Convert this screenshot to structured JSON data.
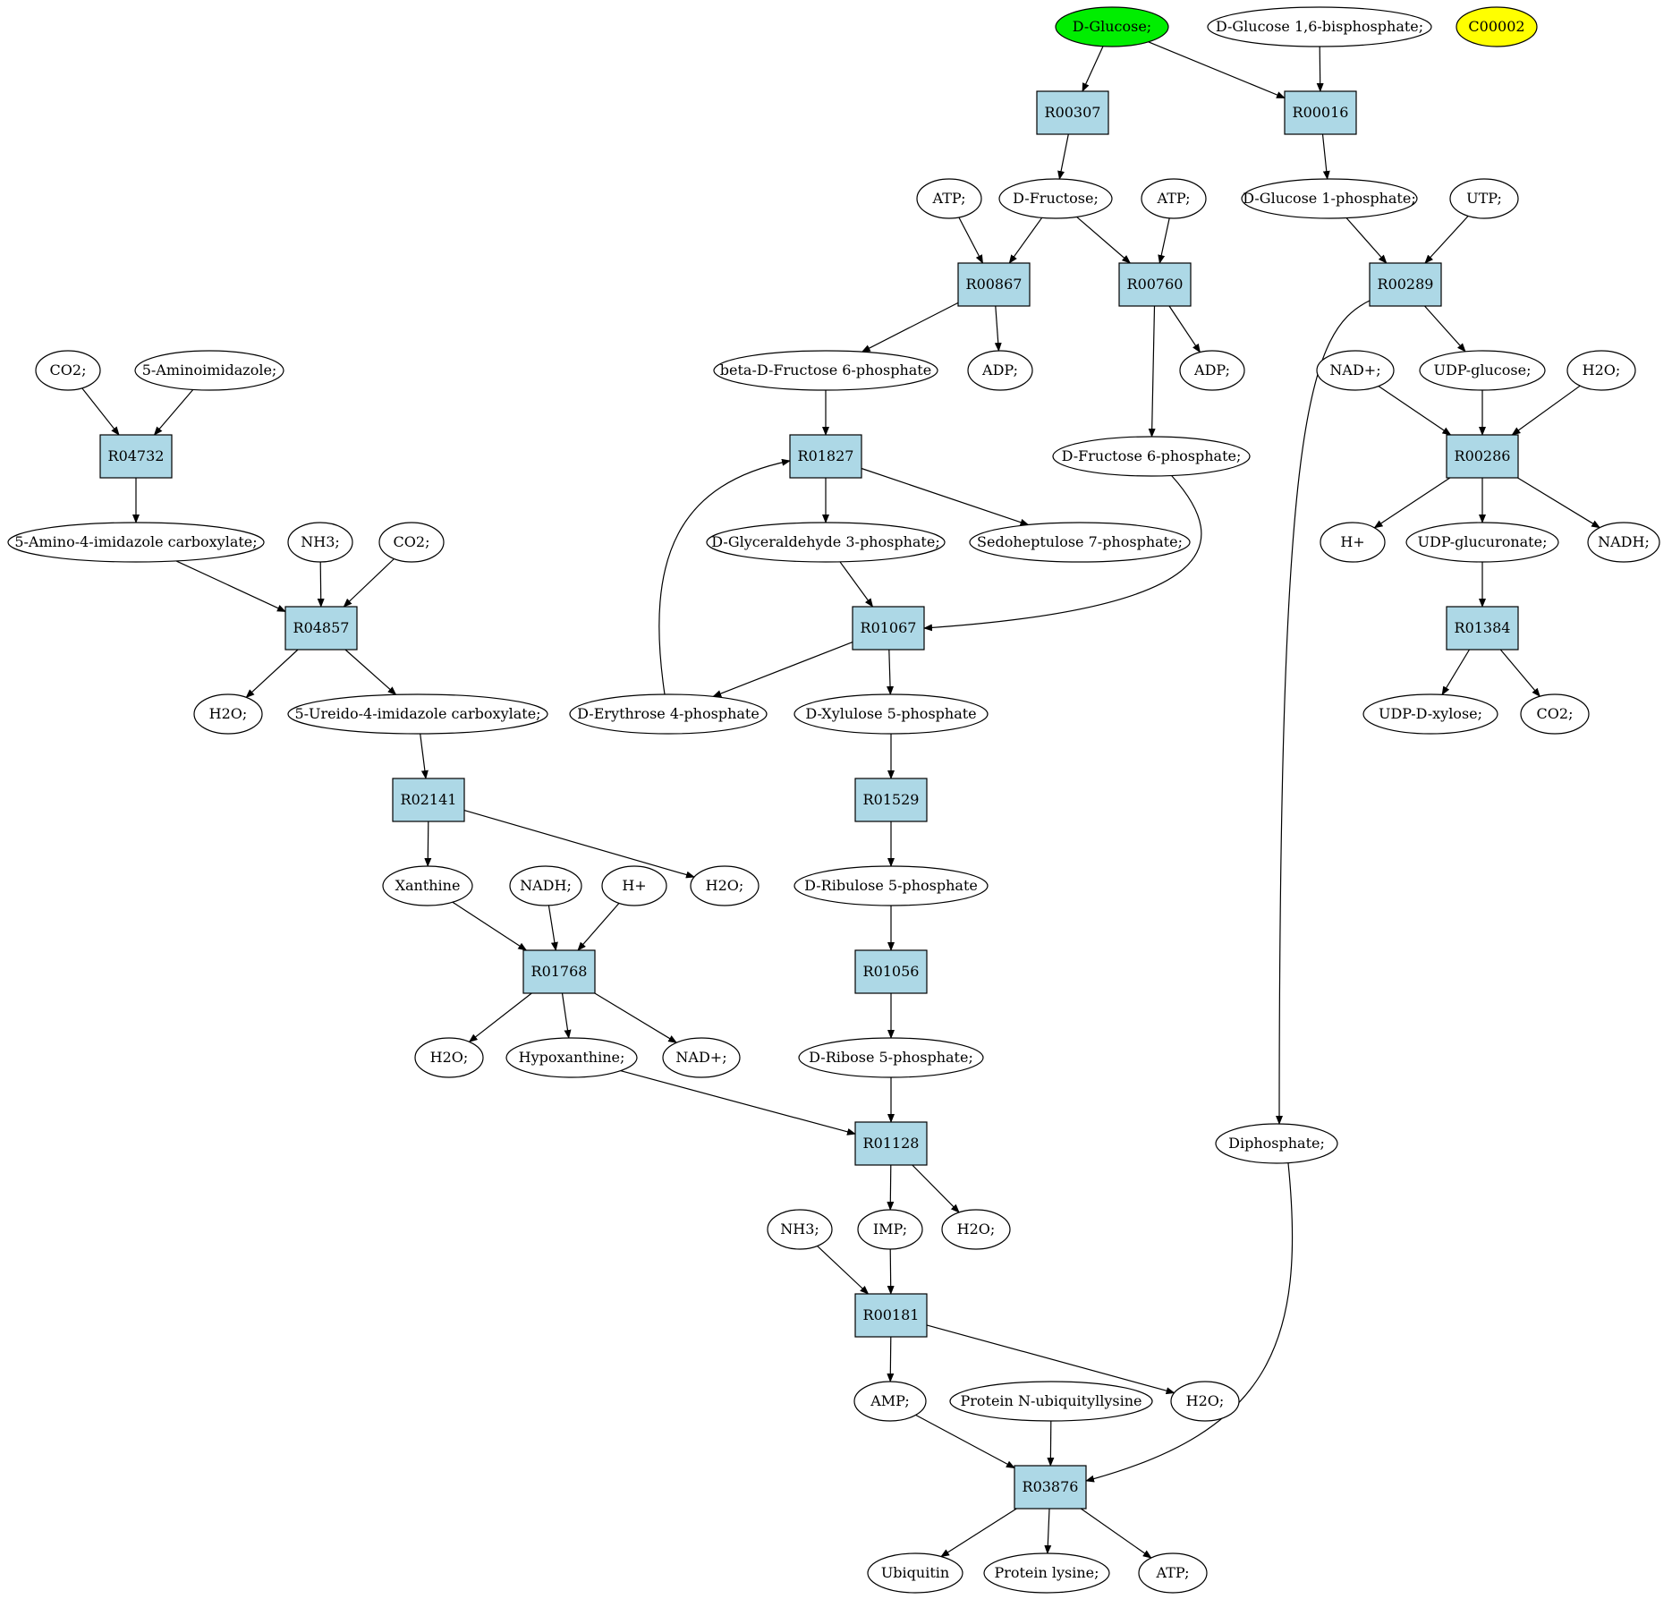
{
  "colors": {
    "reaction_fill": "#add8e6",
    "compound_fill": "#ffffff",
    "highlight_start": "#00ee00",
    "highlight_query": "#ffff00",
    "stroke": "#000000"
  },
  "nodes": [
    {
      "id": "c_dglucose",
      "label": "D-Glucose;",
      "kind": "compound",
      "fill": "highlight_start"
    },
    {
      "id": "c_glc16bp",
      "label": "D-Glucose 1,6-bisphosphate;",
      "kind": "compound"
    },
    {
      "id": "c_c00002",
      "label": "C00002",
      "kind": "compound",
      "fill": "highlight_query"
    },
    {
      "id": "r_R00307",
      "label": "R00307",
      "kind": "reaction"
    },
    {
      "id": "r_R00016",
      "label": "R00016",
      "kind": "reaction"
    },
    {
      "id": "c_atp1",
      "label": "ATP;",
      "kind": "compound"
    },
    {
      "id": "c_dfructose",
      "label": "D-Fructose;",
      "kind": "compound"
    },
    {
      "id": "c_atp2",
      "label": "ATP;",
      "kind": "compound"
    },
    {
      "id": "c_glc1p",
      "label": "D-Glucose 1-phosphate;",
      "kind": "compound"
    },
    {
      "id": "c_utp",
      "label": "UTP;",
      "kind": "compound"
    },
    {
      "id": "r_R00867",
      "label": "R00867",
      "kind": "reaction"
    },
    {
      "id": "r_R00760",
      "label": "R00760",
      "kind": "reaction"
    },
    {
      "id": "r_R00289",
      "label": "R00289",
      "kind": "reaction"
    },
    {
      "id": "c_co2_a",
      "label": "CO2;",
      "kind": "compound"
    },
    {
      "id": "c_5aimid",
      "label": "5-Aminoimidazole;",
      "kind": "compound"
    },
    {
      "id": "c_bfru6p",
      "label": "beta-D-Fructose 6-phosphate",
      "kind": "compound"
    },
    {
      "id": "c_adp1",
      "label": "ADP;",
      "kind": "compound"
    },
    {
      "id": "c_adp2",
      "label": "ADP;",
      "kind": "compound"
    },
    {
      "id": "c_nadp_a",
      "label": "NAD+;",
      "kind": "compound"
    },
    {
      "id": "c_udpglc",
      "label": "UDP-glucose;",
      "kind": "compound"
    },
    {
      "id": "c_h2o_a",
      "label": "H2O;",
      "kind": "compound"
    },
    {
      "id": "r_R04732",
      "label": "R04732",
      "kind": "reaction"
    },
    {
      "id": "r_R01827",
      "label": "R01827",
      "kind": "reaction"
    },
    {
      "id": "c_fru6p",
      "label": "D-Fructose 6-phosphate;",
      "kind": "compound"
    },
    {
      "id": "r_R00286",
      "label": "R00286",
      "kind": "reaction"
    },
    {
      "id": "c_5a4ic",
      "label": "5-Amino-4-imidazole carboxylate;",
      "kind": "compound"
    },
    {
      "id": "c_nh3_a",
      "label": "NH3;",
      "kind": "compound"
    },
    {
      "id": "c_co2_b",
      "label": "CO2;",
      "kind": "compound"
    },
    {
      "id": "c_gap",
      "label": "D-Glyceraldehyde 3-phosphate;",
      "kind": "compound"
    },
    {
      "id": "c_s7p",
      "label": "Sedoheptulose 7-phosphate;",
      "kind": "compound"
    },
    {
      "id": "c_hplus_a",
      "label": "H+",
      "kind": "compound"
    },
    {
      "id": "c_udpglcur",
      "label": "UDP-glucuronate;",
      "kind": "compound"
    },
    {
      "id": "c_nadh_a",
      "label": "NADH;",
      "kind": "compound"
    },
    {
      "id": "r_R04857",
      "label": "R04857",
      "kind": "reaction"
    },
    {
      "id": "r_R01067",
      "label": "R01067",
      "kind": "reaction"
    },
    {
      "id": "r_R01384",
      "label": "R01384",
      "kind": "reaction"
    },
    {
      "id": "c_h2o_b",
      "label": "H2O;",
      "kind": "compound"
    },
    {
      "id": "c_5u4ic",
      "label": "5-Ureido-4-imidazole carboxylate;",
      "kind": "compound"
    },
    {
      "id": "c_e4p",
      "label": "D-Erythrose 4-phosphate",
      "kind": "compound"
    },
    {
      "id": "c_xu5p",
      "label": "D-Xylulose 5-phosphate",
      "kind": "compound"
    },
    {
      "id": "c_udpxyl",
      "label": "UDP-D-xylose;",
      "kind": "compound"
    },
    {
      "id": "c_co2_c",
      "label": "CO2;",
      "kind": "compound"
    },
    {
      "id": "r_R02141",
      "label": "R02141",
      "kind": "reaction"
    },
    {
      "id": "r_R01529",
      "label": "R01529",
      "kind": "reaction"
    },
    {
      "id": "c_xanthine",
      "label": "Xanthine",
      "kind": "compound"
    },
    {
      "id": "c_nadh_b",
      "label": "NADH;",
      "kind": "compound"
    },
    {
      "id": "c_hplus_b",
      "label": "H+",
      "kind": "compound"
    },
    {
      "id": "c_h2o_c",
      "label": "H2O;",
      "kind": "compound"
    },
    {
      "id": "c_ru5p",
      "label": "D-Ribulose 5-phosphate",
      "kind": "compound"
    },
    {
      "id": "r_R01768",
      "label": "R01768",
      "kind": "reaction"
    },
    {
      "id": "r_R01056",
      "label": "R01056",
      "kind": "reaction"
    },
    {
      "id": "c_h2o_d",
      "label": "H2O;",
      "kind": "compound"
    },
    {
      "id": "c_hypox",
      "label": "Hypoxanthine;",
      "kind": "compound"
    },
    {
      "id": "c_nadp_b",
      "label": "NAD+;",
      "kind": "compound"
    },
    {
      "id": "c_r5p",
      "label": "D-Ribose 5-phosphate;",
      "kind": "compound"
    },
    {
      "id": "r_R01128",
      "label": "R01128",
      "kind": "reaction"
    },
    {
      "id": "c_diphos",
      "label": "Diphosphate;",
      "kind": "compound"
    },
    {
      "id": "c_nh3_b",
      "label": "NH3;",
      "kind": "compound"
    },
    {
      "id": "c_imp",
      "label": "IMP;",
      "kind": "compound"
    },
    {
      "id": "c_h2o_e",
      "label": "H2O;",
      "kind": "compound"
    },
    {
      "id": "r_R00181",
      "label": "R00181",
      "kind": "reaction"
    },
    {
      "id": "c_amp",
      "label": "AMP;",
      "kind": "compound"
    },
    {
      "id": "c_protubl",
      "label": "Protein N-ubiquityllysine",
      "kind": "compound"
    },
    {
      "id": "c_h2o_f",
      "label": "H2O;",
      "kind": "compound"
    },
    {
      "id": "r_R03876",
      "label": "R03876",
      "kind": "reaction"
    },
    {
      "id": "c_ubiquitin",
      "label": "Ubiquitin",
      "kind": "compound"
    },
    {
      "id": "c_protlys",
      "label": "Protein lysine;",
      "kind": "compound"
    },
    {
      "id": "c_atp3",
      "label": "ATP;",
      "kind": "compound"
    }
  ],
  "edges": [
    [
      "c_dglucose",
      "r_R00307"
    ],
    [
      "c_dglucose",
      "r_R00016"
    ],
    [
      "c_glc16bp",
      "r_R00016"
    ],
    [
      "r_R00307",
      "c_dfructose"
    ],
    [
      "r_R00016",
      "c_glc1p"
    ],
    [
      "c_atp1",
      "r_R00867"
    ],
    [
      "c_dfructose",
      "r_R00867"
    ],
    [
      "c_dfructose",
      "r_R00760"
    ],
    [
      "c_atp2",
      "r_R00760"
    ],
    [
      "c_glc1p",
      "r_R00289"
    ],
    [
      "c_utp",
      "r_R00289"
    ],
    [
      "r_R00867",
      "c_bfru6p"
    ],
    [
      "r_R00867",
      "c_adp1"
    ],
    [
      "r_R00760",
      "c_adp2"
    ],
    [
      "r_R00760",
      "c_fru6p"
    ],
    [
      "r_R00289",
      "c_udpglc"
    ],
    [
      "r_R00289",
      "c_diphos"
    ],
    [
      "c_co2_a",
      "r_R04732"
    ],
    [
      "c_5aimid",
      "r_R04732"
    ],
    [
      "c_nadp_a",
      "r_R00286"
    ],
    [
      "c_udpglc",
      "r_R00286"
    ],
    [
      "c_h2o_a",
      "r_R00286"
    ],
    [
      "c_bfru6p",
      "r_R01827"
    ],
    [
      "c_e4p",
      "r_R01827"
    ],
    [
      "r_R04732",
      "c_5a4ic"
    ],
    [
      "r_R01827",
      "c_gap"
    ],
    [
      "r_R01827",
      "c_s7p"
    ],
    [
      "r_R00286",
      "c_hplus_a"
    ],
    [
      "r_R00286",
      "c_udpglcur"
    ],
    [
      "r_R00286",
      "c_nadh_a"
    ],
    [
      "c_5a4ic",
      "r_R04857"
    ],
    [
      "c_nh3_a",
      "r_R04857"
    ],
    [
      "c_co2_b",
      "r_R04857"
    ],
    [
      "c_gap",
      "r_R01067"
    ],
    [
      "c_fru6p",
      "r_R01067"
    ],
    [
      "c_udpglcur",
      "r_R01384"
    ],
    [
      "r_R04857",
      "c_h2o_b"
    ],
    [
      "r_R04857",
      "c_5u4ic"
    ],
    [
      "r_R01067",
      "c_e4p"
    ],
    [
      "r_R01067",
      "c_xu5p"
    ],
    [
      "r_R01384",
      "c_udpxyl"
    ],
    [
      "r_R01384",
      "c_co2_c"
    ],
    [
      "c_5u4ic",
      "r_R02141"
    ],
    [
      "c_xu5p",
      "r_R01529"
    ],
    [
      "r_R02141",
      "c_xanthine"
    ],
    [
      "r_R02141",
      "c_h2o_c"
    ],
    [
      "r_R01529",
      "c_ru5p"
    ],
    [
      "c_xanthine",
      "r_R01768"
    ],
    [
      "c_nadh_b",
      "r_R01768"
    ],
    [
      "c_hplus_b",
      "r_R01768"
    ],
    [
      "c_ru5p",
      "r_R01056"
    ],
    [
      "r_R01768",
      "c_h2o_d"
    ],
    [
      "r_R01768",
      "c_hypox"
    ],
    [
      "r_R01768",
      "c_nadp_b"
    ],
    [
      "r_R01056",
      "c_r5p"
    ],
    [
      "c_hypox",
      "r_R01128"
    ],
    [
      "c_r5p",
      "r_R01128"
    ],
    [
      "r_R01128",
      "c_imp"
    ],
    [
      "r_R01128",
      "c_h2o_e"
    ],
    [
      "c_nh3_b",
      "r_R00181"
    ],
    [
      "c_imp",
      "r_R00181"
    ],
    [
      "r_R00181",
      "c_amp"
    ],
    [
      "r_R00181",
      "c_h2o_f"
    ],
    [
      "c_amp",
      "r_R03876"
    ],
    [
      "c_protubl",
      "r_R03876"
    ],
    [
      "c_diphos",
      "r_R03876"
    ],
    [
      "r_R03876",
      "c_ubiquitin"
    ],
    [
      "r_R03876",
      "c_protlys"
    ],
    [
      "r_R03876",
      "c_atp3"
    ]
  ]
}
